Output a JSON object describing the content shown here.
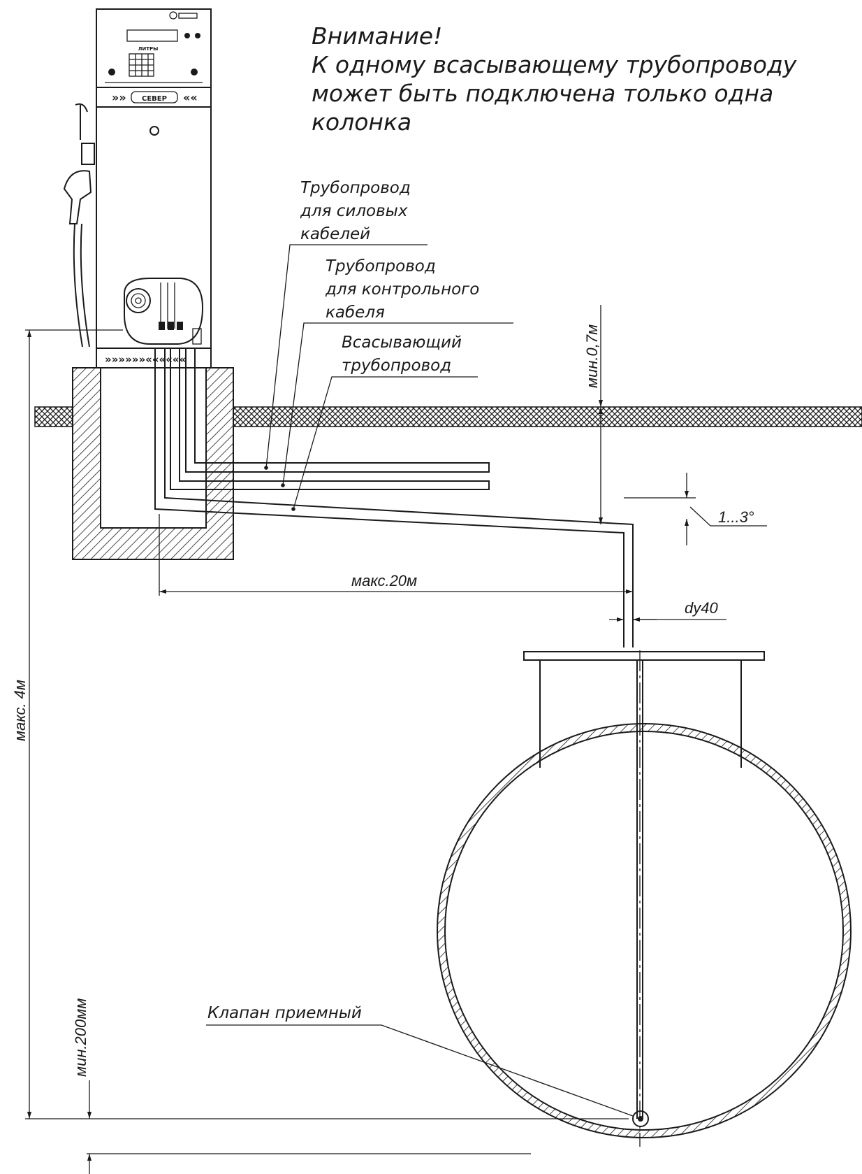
{
  "warning": {
    "lines": [
      "Внимание!",
      "К одному всасывающему трубопроводу",
      "может быть подключена только одна",
      "колонка"
    ]
  },
  "callouts": {
    "power_pipe": [
      "Трубопровод",
      "для силовых",
      "кабелей"
    ],
    "control_pipe": [
      "Трубопровод",
      "для контрольного",
      "кабеля"
    ],
    "suction_pipe": [
      "Всасывающий",
      "трубопровод"
    ],
    "valve": "Клапан приемный"
  },
  "dimensions": {
    "min_depth": "мин.0,7м",
    "slope": "1...3°",
    "max_length": "макс.20м",
    "pipe_diameter": "dу40",
    "max_height": "макс. 4м",
    "min_clearance": "мин.200мм"
  },
  "dispenser": {
    "display_label": "ЛИТРЫ",
    "brand": "СЕВЕР"
  },
  "colors": {
    "line": "#1a1a1a",
    "paper": "#ffffff"
  }
}
